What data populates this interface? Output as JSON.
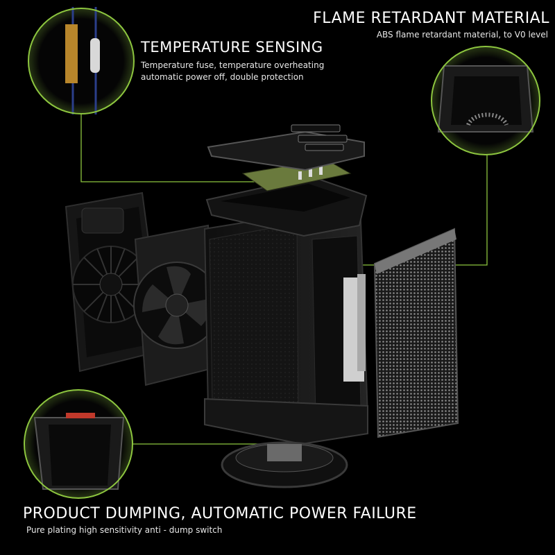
{
  "callouts": {
    "flame": {
      "title": "FLAME RETARDANT MATERIAL",
      "description": "ABS flame retardant material, to V0 level"
    },
    "temperature": {
      "title": "TEMPERATURE SENSING",
      "description_lines": [
        "Temperature fuse, temperature overheating",
        "automatic power off, double protection"
      ]
    },
    "dumping": {
      "title": "PRODUCT DUMPING, AUTOMATIC POWER FAILURE",
      "description": "Pure plating high sensitivity anti - dump switch"
    }
  },
  "colors": {
    "background": "#000000",
    "accent": "#8dc63f",
    "text": "#ffffff"
  }
}
